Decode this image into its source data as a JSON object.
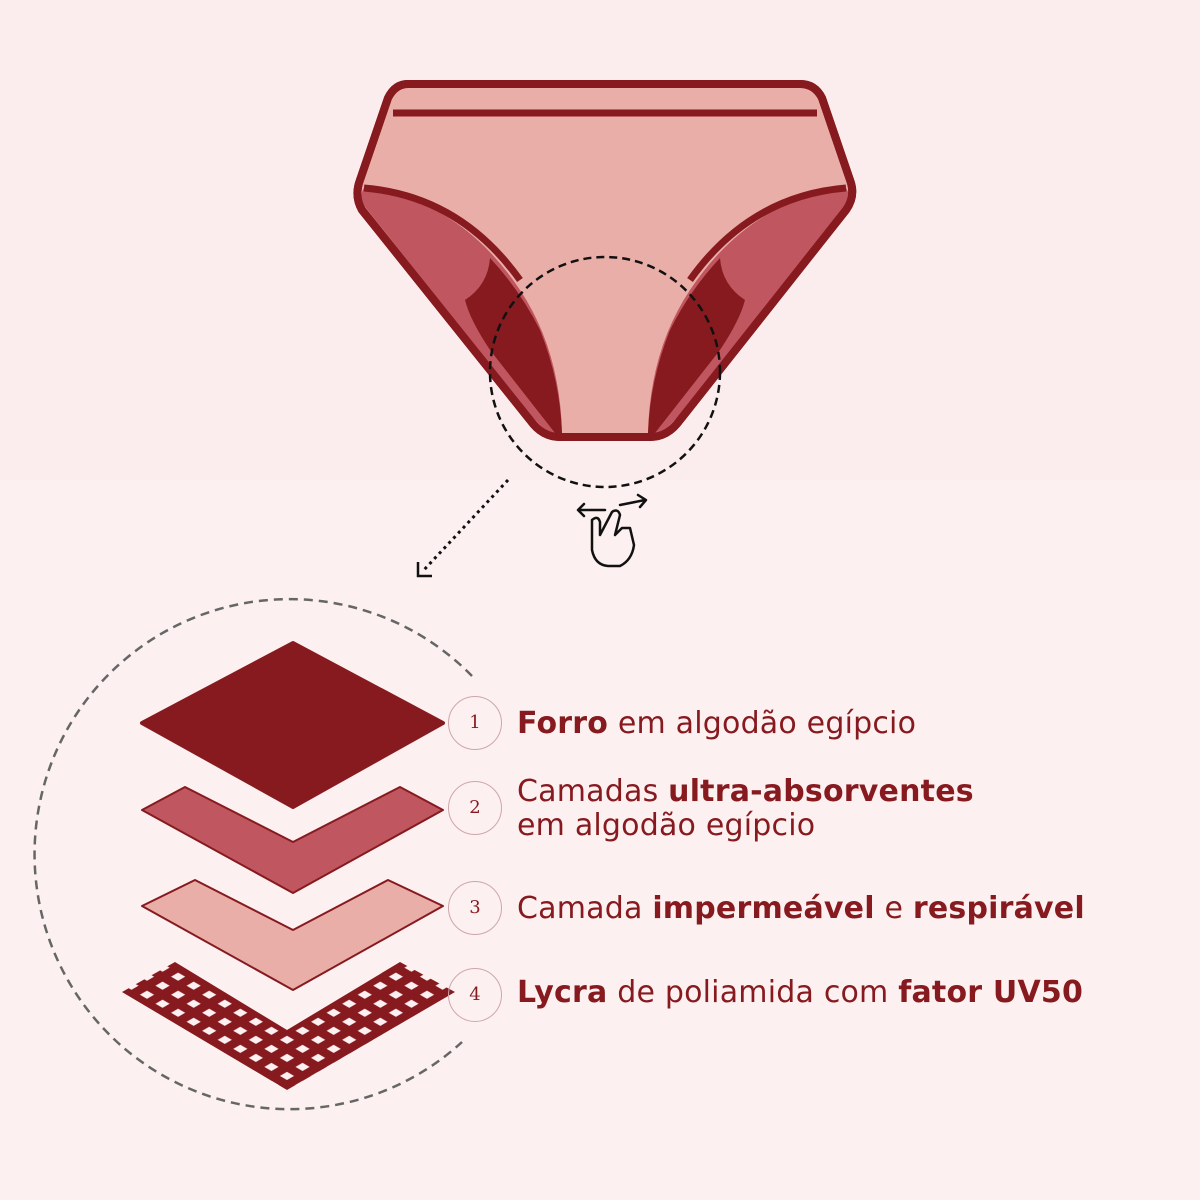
{
  "colors": {
    "dark": "#861a1f",
    "mid": "#c05760",
    "light": "#eaaea8",
    "background": "#fcf0f1"
  },
  "icons": [
    "panty-illustration",
    "zoom-circle-icon",
    "dotted-arrow-icon",
    "pinch-zoom-hand-icon"
  ],
  "layers": [
    {
      "number": "1",
      "parts": [
        {
          "text": "Forro",
          "bold": true
        },
        {
          "text": " em algodão egípcio",
          "bold": false
        }
      ]
    },
    {
      "number": "2",
      "parts": [
        {
          "text": "Camadas ",
          "bold": false
        },
        {
          "text": "ultra-absorventes",
          "bold": true
        }
      ],
      "line2": "em algodão egípcio"
    },
    {
      "number": "3",
      "parts": [
        {
          "text": "Camada ",
          "bold": false
        },
        {
          "text": "impermeável",
          "bold": true
        },
        {
          "text": " e ",
          "bold": false
        },
        {
          "text": "respirável",
          "bold": true
        }
      ]
    },
    {
      "number": "4",
      "parts": [
        {
          "text": "Lycra",
          "bold": true
        },
        {
          "text": " de poliamida com ",
          "bold": false
        },
        {
          "text": "fator UV50",
          "bold": true
        }
      ]
    }
  ]
}
